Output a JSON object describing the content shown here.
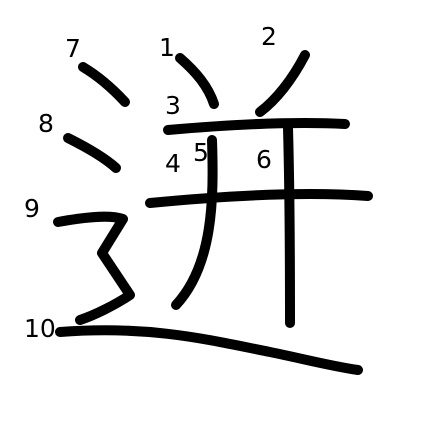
{
  "character": "迸",
  "stroke_color": "#000000",
  "background_color": "#ffffff",
  "stroke_numbers": [
    "1",
    "2",
    "3",
    "4",
    "5",
    "6",
    "7",
    "8",
    "9",
    "10"
  ]
}
